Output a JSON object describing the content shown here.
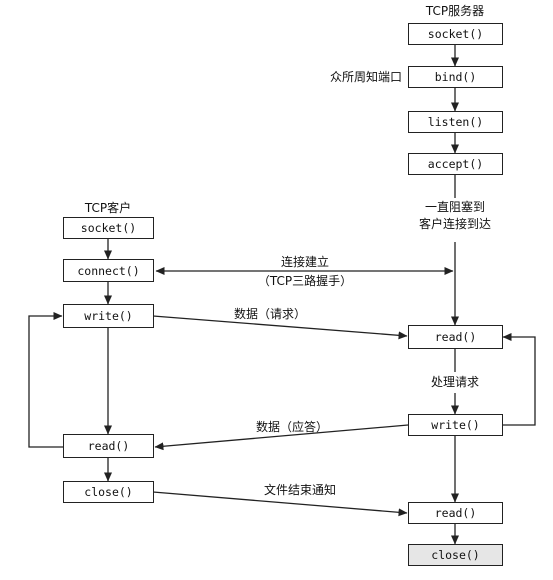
{
  "server": {
    "title": "TCP服务器",
    "socket": "socket()",
    "bind": "bind()",
    "bind_note": "众所周知端口",
    "listen": "listen()",
    "accept": "accept()",
    "block_note_1": "一直阻塞到",
    "block_note_2": "客户连接到达",
    "read": "read()",
    "process_note": "处理请求",
    "write": "write()",
    "read2": "read()",
    "close": "close()"
  },
  "client": {
    "title": "TCP客户",
    "socket": "socket()",
    "connect": "connect()",
    "write": "write()",
    "read": "read()",
    "close": "close()"
  },
  "messages": {
    "connect_1": "连接建立",
    "connect_2": "（TCP三路握手）",
    "request": "数据（请求）",
    "reply": "数据（应答）",
    "eof": "文件结束通知"
  },
  "colors": {
    "line": "#222222",
    "shaded_box": "#e6e6e6"
  }
}
